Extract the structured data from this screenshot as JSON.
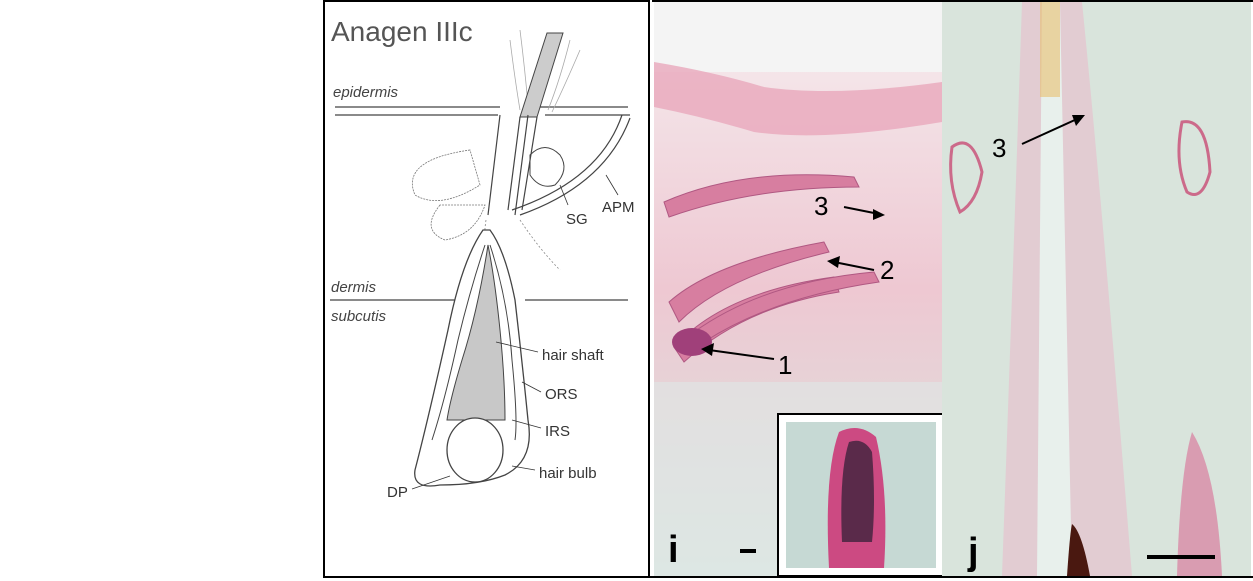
{
  "diagram": {
    "title": "Anagen IIIc",
    "layers": {
      "epidermis": "epidermis",
      "dermis": "dermis",
      "subcutis": "subcutis"
    },
    "labels": {
      "sg": "SG",
      "apm": "APM",
      "hair_shaft": "hair shaft",
      "ors": "ORS",
      "irs": "IRS",
      "dp": "DP",
      "hair_bulb": "hair bulb"
    }
  },
  "panel_i": {
    "letter": "i",
    "arrows": [
      "3",
      "2",
      "1"
    ]
  },
  "panel_j": {
    "letter": "j",
    "arrows": [
      "3"
    ]
  }
}
